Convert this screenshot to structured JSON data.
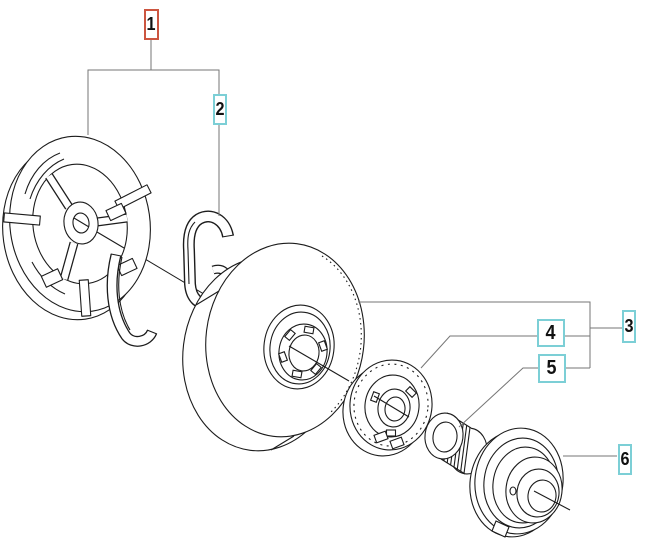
{
  "diagram": {
    "type": "exploded-parts-diagram",
    "background": "#ffffff",
    "line_art_color": "#1c1c1c",
    "connector_color": "#767676",
    "callout_highlight_color": "#cc5540",
    "callout_default_color": "#7ccfd6",
    "part_count": 6
  },
  "callouts": [
    {
      "label": "1",
      "style": "highlighted",
      "border_color": "#cc5540"
    },
    {
      "label": "2",
      "style": "default",
      "border_color": "#7ccfd6"
    },
    {
      "label": "3",
      "style": "default",
      "border_color": "#7ccfd6"
    },
    {
      "label": "4",
      "style": "default",
      "border_color": "#7ccfd6"
    },
    {
      "label": "5",
      "style": "default",
      "border_color": "#7ccfd6"
    },
    {
      "label": "6",
      "style": "default",
      "border_color": "#7ccfd6"
    }
  ]
}
